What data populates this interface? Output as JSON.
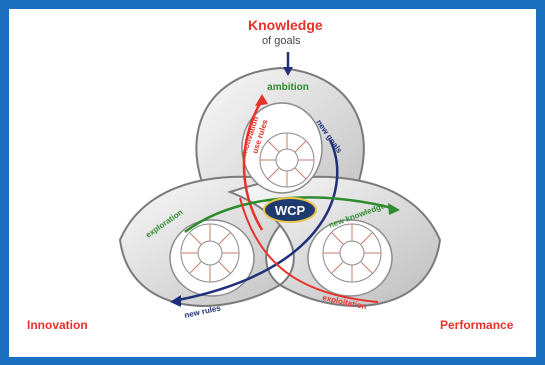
{
  "labels": {
    "top_title": "Knowledge",
    "top_subtitle": "of goals",
    "left": "Innovation",
    "right": "Performance",
    "center": "WCP"
  },
  "arrows": {
    "ambition": "ambition",
    "motivation": "motivation",
    "use_rules": "use rules",
    "new_goals": "new goals",
    "exploration": "exploration",
    "new_knowledge": "new knowledge",
    "exploitation": "exploitation",
    "new_rules": "new rules"
  },
  "colors": {
    "frame": "#1a6fc0",
    "red": "#e8312a",
    "green": "#2e8b2e",
    "navy": "#1f2f7a",
    "center": "#1f3a6e"
  }
}
